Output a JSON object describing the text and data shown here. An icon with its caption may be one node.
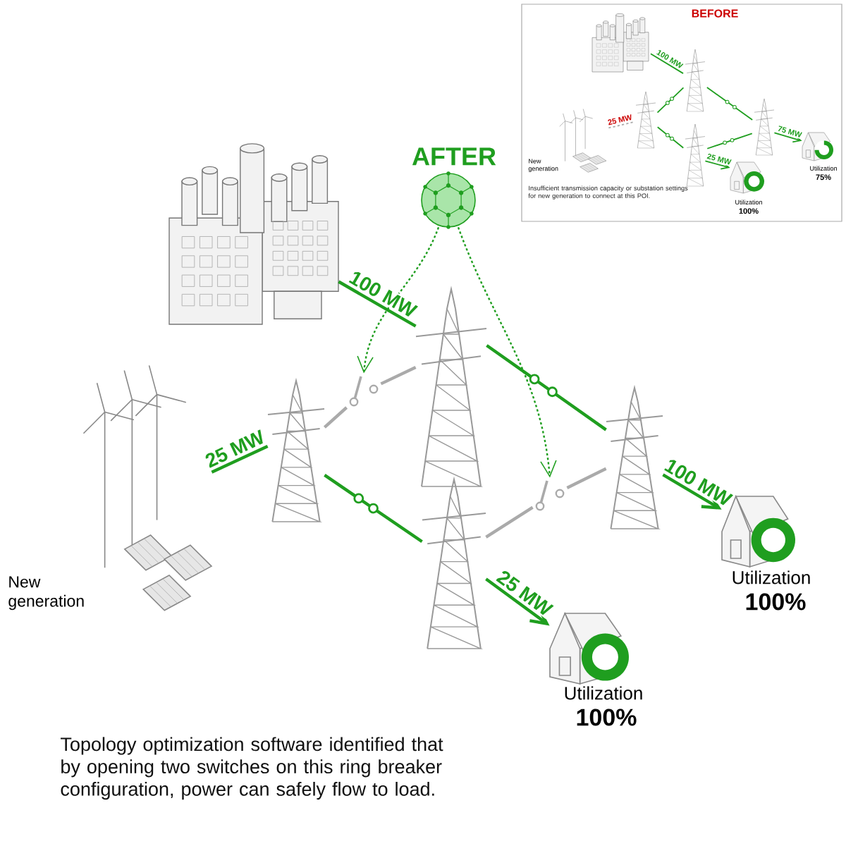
{
  "diagram": {
    "nodes": [
      {
        "text": [],
        "shape": "picture"
      },
      {
        "text": [],
        "shape": "picture"
      },
      {
        "text": [],
        "shape": "picture"
      },
      {
        "text": [],
        "shape": "picture"
      },
      {
        "text": [],
        "shape": "picture"
      },
      {
        "text": [],
        "shape": "picture"
      },
      {
        "text": [],
        "shape": "picture"
      },
      {
        "text": [],
        "shape": "picture"
      },
      {
        "text": [],
        "shape": "picture",
        "beside": [
          "New generation"
        ]
      },
      {
        "text": [],
        "shape": "picture",
        "beside": [
          "Utilization",
          "100%"
        ]
      },
      {
        "text": [],
        "shape": "picture",
        "beside": [
          "Utilization",
          "100%"
        ]
      },
      {
        "text": [
          "BEFORE"
        ]
      },
      {
        "text": [],
        "shape": "picture",
        "in": 11
      },
      {
        "text": [],
        "shape": "picture",
        "in": 11
      },
      {
        "text": [],
        "shape": "picture",
        "in": 11
      },
      {
        "text": [],
        "shape": "picture",
        "in": 11
      },
      {
        "text": [],
        "shape": "picture",
        "in": 11
      },
      {
        "text": [],
        "shape": "picture",
        "in": 11,
        "beside": [
          "New generation"
        ]
      },
      {
        "text": [],
        "shape": "picture",
        "in": 11,
        "beside": [
          "Utilization",
          "75%"
        ]
      },
      {
        "text": [],
        "shape": "picture",
        "in": 11,
        "beside": [
          "Utilization",
          "100%"
        ]
      }
    ],
    "edges": [
      {
        "from": 0,
        "to": 2,
        "arrow": "none",
        "label": "100 MW"
      },
      {
        "from": 2,
        "to": 4,
        "arrow": "none"
      },
      {
        "from": 8,
        "to": 3,
        "arrow": "none",
        "label": "25 MW"
      },
      {
        "from": 3,
        "to": 5,
        "arrow": "none"
      },
      {
        "from": 3,
        "to": 6,
        "arrow": "none",
        "color": "#aaaaaa"
      },
      {
        "from": 6,
        "to": 2,
        "arrow": "none",
        "color": "#aaaaaa"
      },
      {
        "from": 5,
        "to": 7,
        "arrow": "none",
        "color": "#aaaaaa"
      },
      {
        "from": 7,
        "to": 4,
        "arrow": "none",
        "color": "#aaaaaa"
      },
      {
        "from": 4,
        "to": 9,
        "arrow": "to",
        "label": "100 MW"
      },
      {
        "from": 5,
        "to": 10,
        "arrow": "to",
        "label": "25 MW"
      },
      {
        "from": 1,
        "to": 6,
        "arrow": "to",
        "style": "dashed"
      },
      {
        "from": 1,
        "to": 7,
        "arrow": "to",
        "style": "dashed"
      },
      {
        "from": 12,
        "to": 13,
        "arrow": "none",
        "label": "100 MW"
      },
      {
        "from": 13,
        "to": 15,
        "arrow": "none"
      },
      {
        "from": 14,
        "to": 13,
        "arrow": "none"
      },
      {
        "from": 14,
        "to": 16,
        "arrow": "none"
      },
      {
        "from": 16,
        "to": 15,
        "arrow": "none"
      },
      {
        "from": 17,
        "to": 14,
        "arrow": "none",
        "style": "dashed",
        "color": "#aaaaaa",
        "label": "25 MW"
      },
      {
        "from": 15,
        "to": 18,
        "arrow": "to",
        "label": "75 MW"
      },
      {
        "from": 16,
        "to": 19,
        "arrow": "to",
        "label": "25 MW"
      }
    ],
    "labels": [
      "AFTER",
      "Insufficient transmission capacity or substation settings for new generation to connect at this POI.",
      "Topology optimization software identified that by opening two switches on this ring breaker configuration, power can safely flow to load."
    ]
  }
}
